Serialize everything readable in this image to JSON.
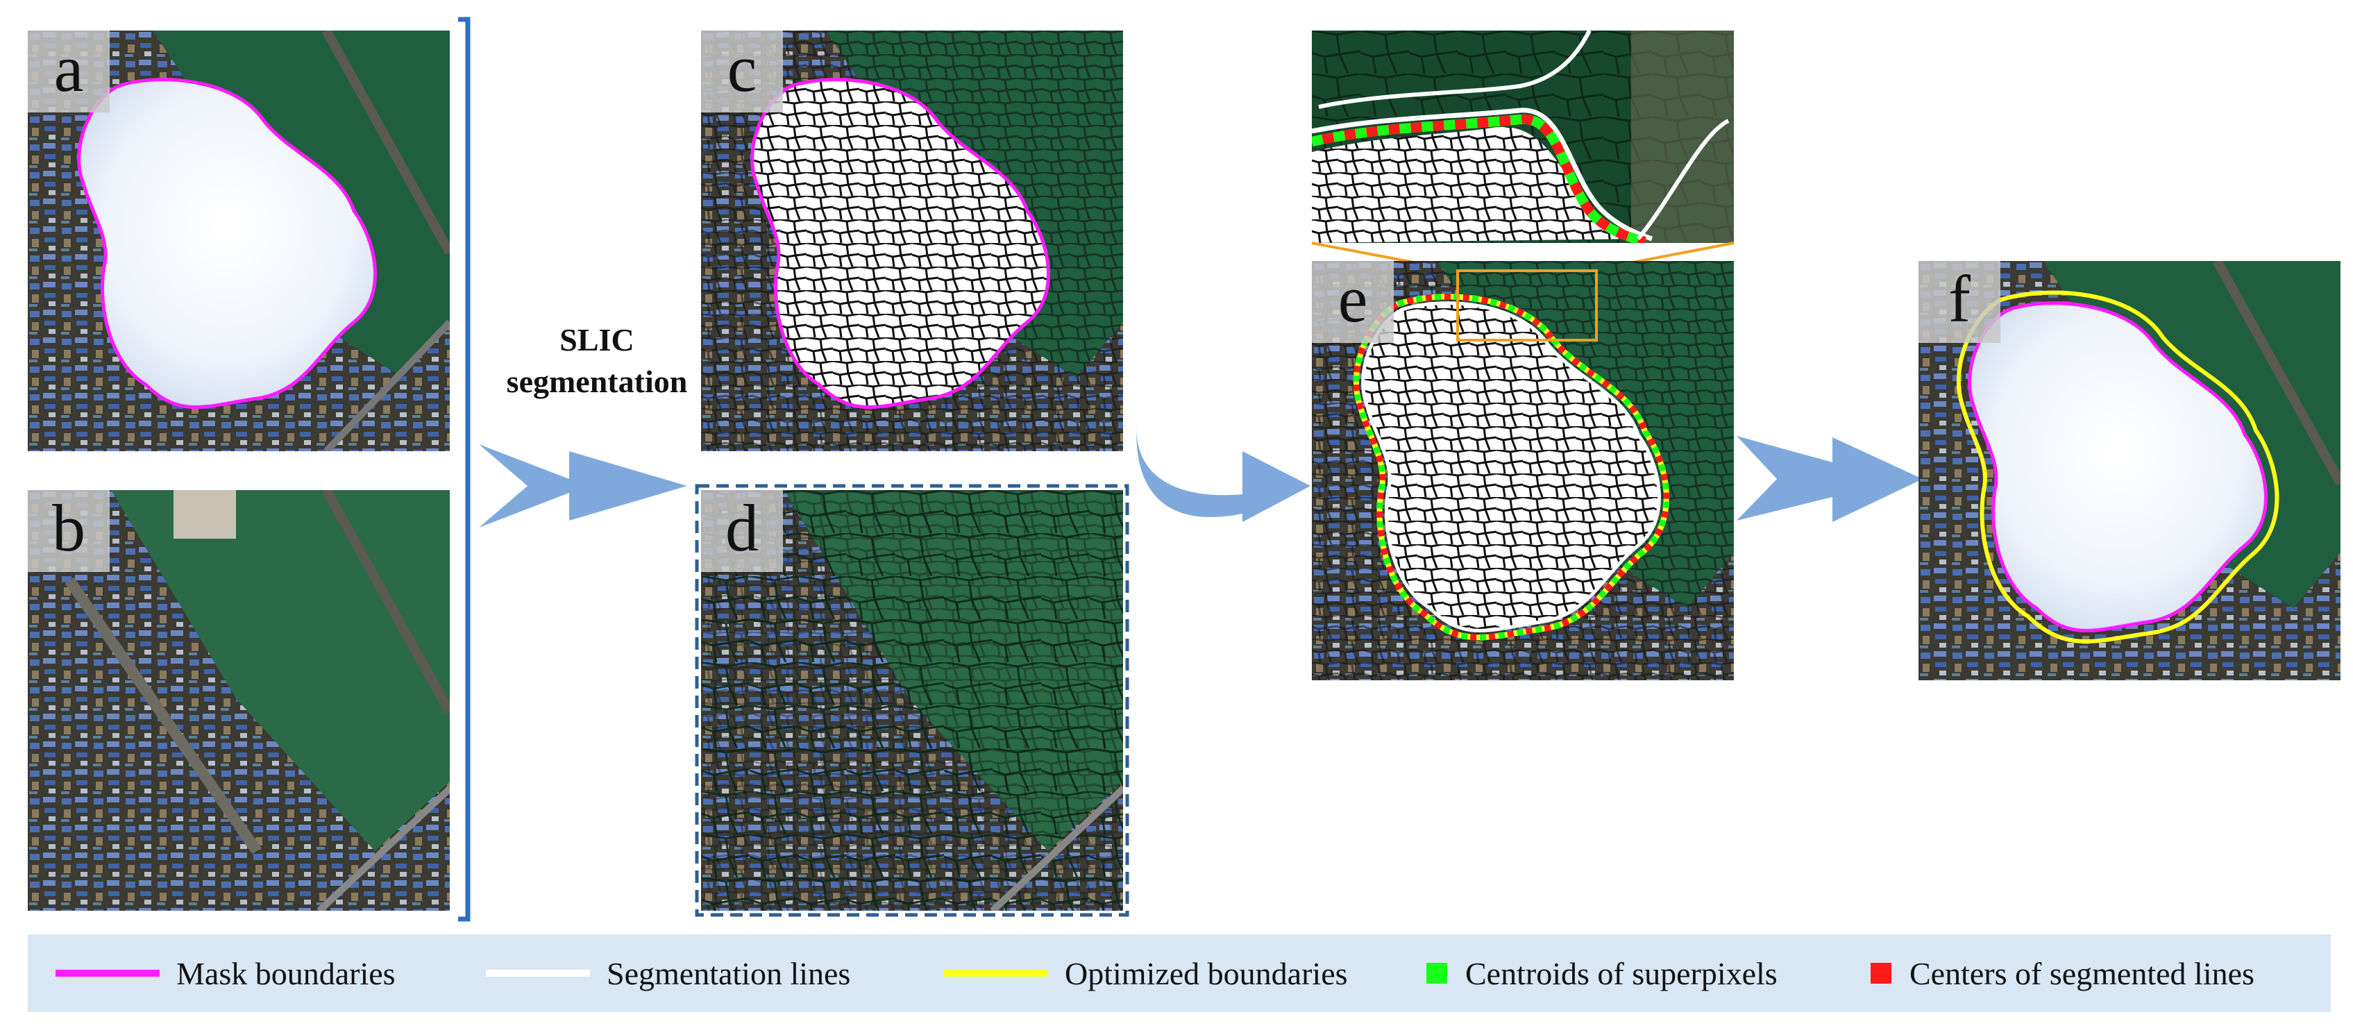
{
  "panels": {
    "a": {
      "label": "a"
    },
    "b": {
      "label": "b"
    },
    "c": {
      "label": "c"
    },
    "d": {
      "label": "d"
    },
    "e": {
      "label": "e"
    },
    "f": {
      "label": "f"
    }
  },
  "slic_label": {
    "line1": "SLIC",
    "line2": "segmentation"
  },
  "legend": [
    {
      "text": "Mask boundaries",
      "color": "#ff1cff",
      "shape": "line"
    },
    {
      "text": "Segmentation lines",
      "color": "#ffffff",
      "shape": "line"
    },
    {
      "text": "Optimized boundaries",
      "color": "#ffff1a",
      "shape": "line"
    },
    {
      "text": "Centroids of superpixels",
      "color": "#18ff18",
      "shape": "square"
    },
    {
      "text": "Centers of segmented lines",
      "color": "#ff1a1a",
      "shape": "square"
    }
  ],
  "colors": {
    "arrow": "#7fa9dc",
    "bracket": "#2e6fc4",
    "legend_bg": "#d9e6f3",
    "river": "#1f5e3f",
    "cloud": "#eef3fa",
    "zoom_box": "#f0a020"
  }
}
